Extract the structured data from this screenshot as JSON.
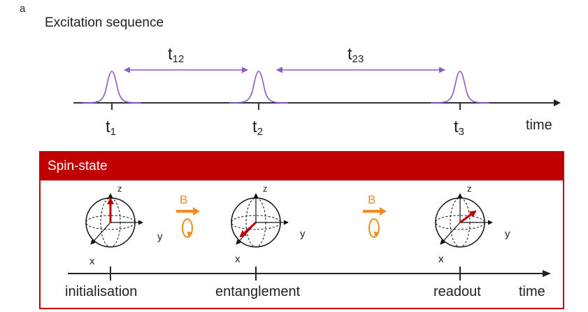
{
  "panel_label": "a",
  "excitation": {
    "title": "Excitation sequence",
    "intervals": [
      {
        "name": "t",
        "sub": "12"
      },
      {
        "name": "t",
        "sub": "23"
      }
    ],
    "pulses": [
      {
        "name": "t",
        "sub": "1"
      },
      {
        "name": "t",
        "sub": "2"
      },
      {
        "name": "t",
        "sub": "3"
      }
    ],
    "axis_label": "time"
  },
  "spin_state": {
    "title": "Spin-state",
    "field_label": "B",
    "axis_labels": {
      "z": "z",
      "y": "y",
      "x": "x"
    },
    "stages": [
      "initialisation",
      "entanglement",
      "readout"
    ],
    "axis_label": "time"
  },
  "colors": {
    "pulse": "#8a5ac8",
    "arrow": "#8a5ac8",
    "spin_header": "#c00000",
    "spin_vector": "#c00000",
    "field": "#f08c1e"
  }
}
